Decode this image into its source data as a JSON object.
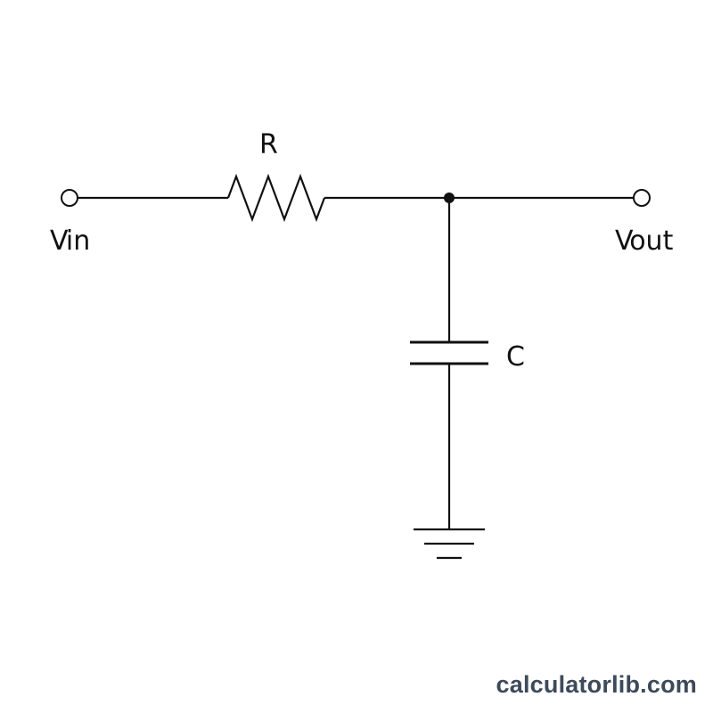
{
  "circuit": {
    "input_label": {
      "main": "V",
      "sub": "in"
    },
    "output_label": {
      "main": "V",
      "sub": "out"
    },
    "resistor_label": "R",
    "capacitor_label": "C"
  },
  "watermark": {
    "text": "calculatorlib.com",
    "color": "#3d4a5a"
  },
  "colors": {
    "line": "#111111",
    "background": "#ffffff"
  }
}
